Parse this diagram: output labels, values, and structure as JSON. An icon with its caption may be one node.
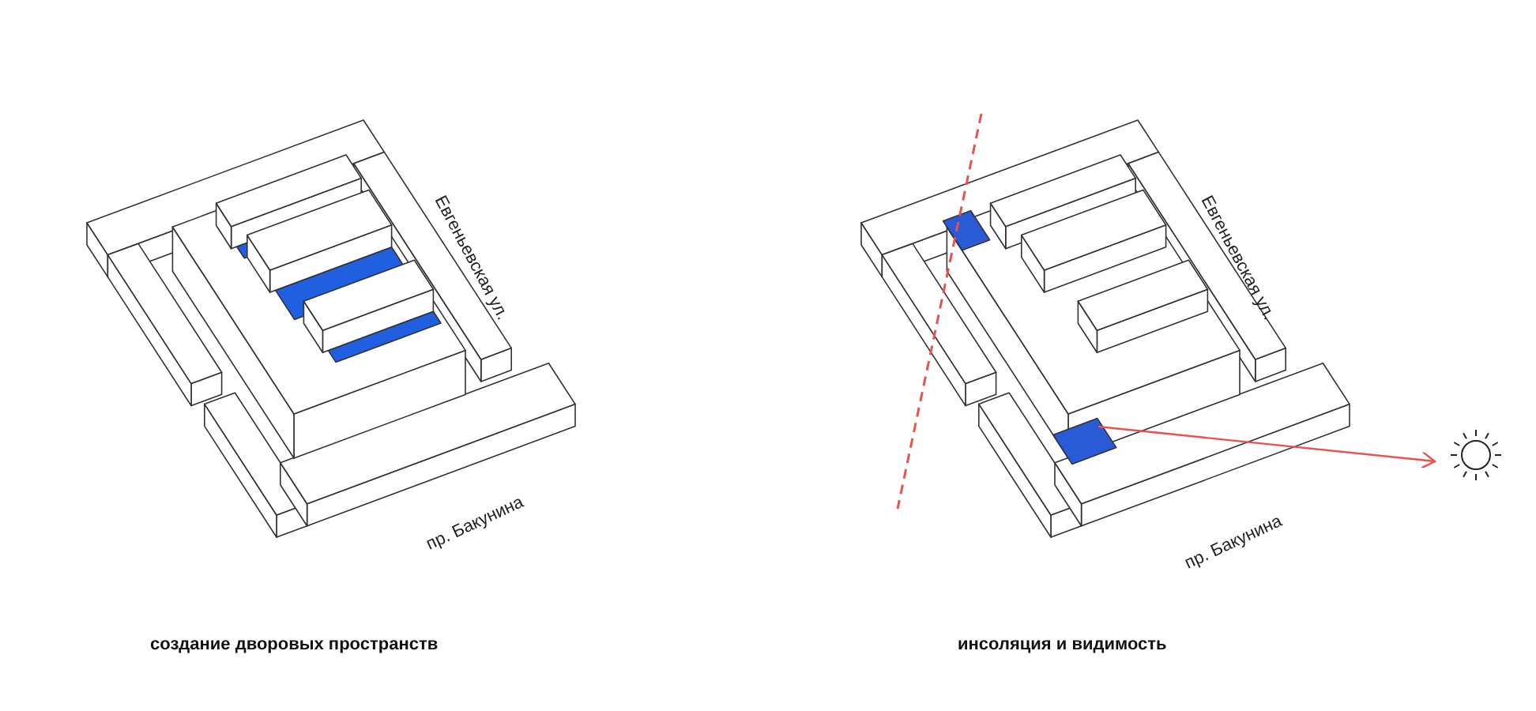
{
  "diagram": {
    "labels": [
      "Евгеньевская ул.",
      "Евгеньевская ул.",
      "пр. Бакунина",
      "пр. Бакунина",
      "создание дворовых пространств",
      "инсоляция и видимость"
    ]
  }
}
